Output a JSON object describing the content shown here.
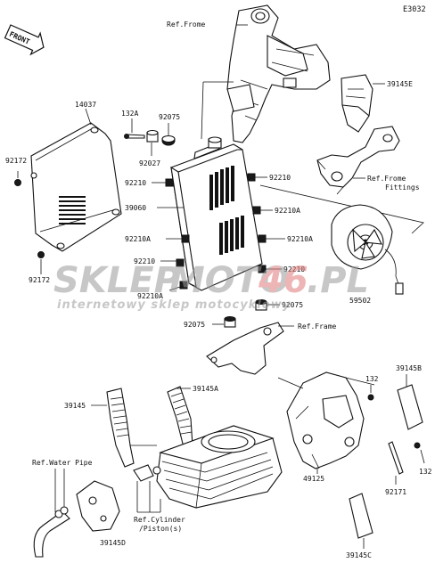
{
  "diagram_code": "E3032",
  "front_badge": "FRONT",
  "watermark": {
    "brand_a": "SKLEP",
    "brand_b": "MOTO",
    "brand_c": "46",
    "brand_d": ".PL",
    "tagline": "internetowy sklep motocyklowy"
  },
  "labels": {
    "ref_frame_top": "Ref.Frome",
    "p39145E": "39145E",
    "p14037": "14037",
    "p132A": "132A",
    "p92075_top": "92075",
    "p92172_top": "92172",
    "p92027": "92027",
    "p92210_l1": "92210",
    "p92210_r1": "92210",
    "ref_frame_fittings_1": "Ref.Frome",
    "ref_frame_fittings_2": "Fittings",
    "p39060": "39060",
    "p92210A_r1": "92210A",
    "p92210A_r2": "92210A",
    "p92210A_l1": "92210A",
    "p92210_l2": "92210",
    "p92210_r2": "92210",
    "p92210A_l2": "92210A",
    "p92172_bot": "92172",
    "p59502": "59502",
    "p92075_mid": "92075",
    "p92075_bot": "92075",
    "ref_frame_mid": "Ref.Frame",
    "p39145B": "39145B",
    "p132_r1": "132",
    "p39145": "39145",
    "p39145A": "39145A",
    "ref_water_pipe": "Ref.Water Pipe",
    "p92171": "92171",
    "p132_r2": "132",
    "p49125": "49125",
    "ref_cyl_1": "Ref.Cylinder",
    "ref_cyl_2": "/Piston(s)",
    "p39145D": "39145D",
    "p39145C": "39145C"
  }
}
